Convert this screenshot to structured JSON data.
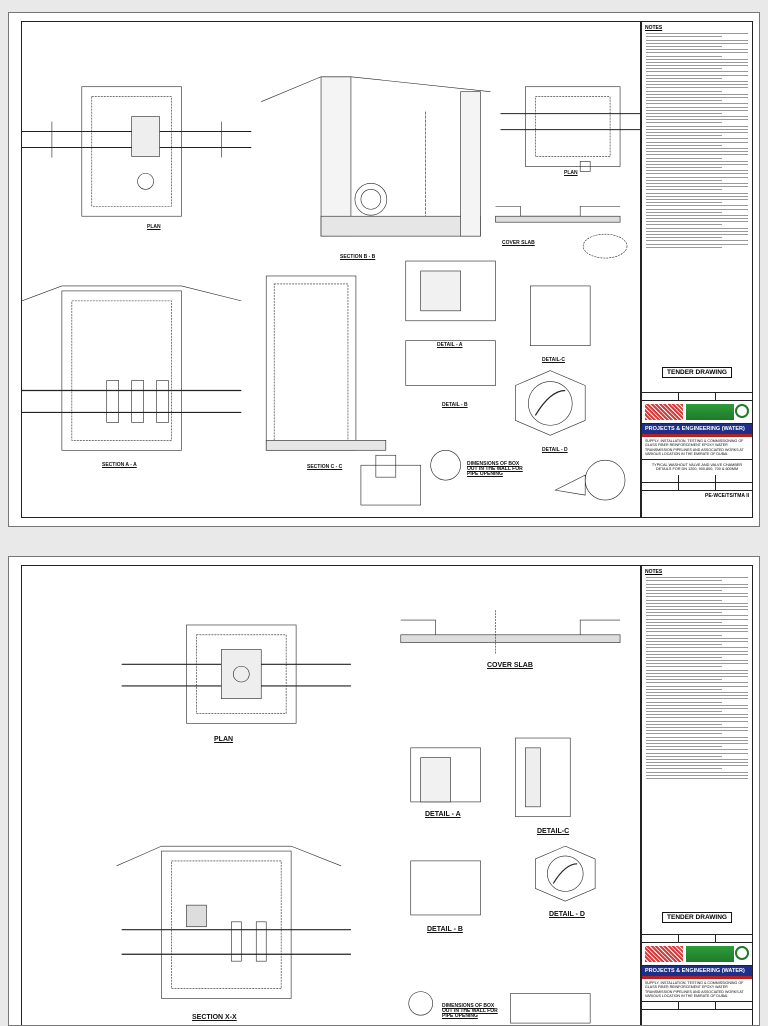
{
  "sheet1": {
    "views": {
      "plan": "PLAN",
      "section_b": "SECTION  B - B",
      "section_a": "SECTION  A - A",
      "section_c": "SECTION  C - C",
      "plan_right": "PLAN",
      "cover_slab": "COVER SLAB",
      "detail_a": "DETAIL - A",
      "detail_b": "DETAIL - B",
      "detail_c": "DETAIL-C",
      "detail_d": "DETAIL - D",
      "box_out": "DIMENSIONS OF BOX OUT IN THE WALL FOR PIPE OPENING"
    },
    "titleblock": {
      "notes_heading": "NOTES",
      "tender": "TENDER DRAWING",
      "pe": "PROJECTS & ENGINEERING (WATER)",
      "description": "SUPPLY, INSTALLATION, TESTING & COMMISSIONING OF GLASS FIBER REINFORCEMENT EPOXY WATER TRANSMISSION PIPELINES AND ASSOCIATED WORKS AT VARIOUS LOCATION IN THE EMIRATE OF DUBAI.",
      "typical": "TYPICAL WASHOUT VALVE AND VALVE CHAMBER DETAILS FOR DN 1200, 900,800, 700 & 600MM",
      "drawing_no": "PE-WCE/TS/TMA II"
    }
  },
  "sheet2": {
    "views": {
      "plan": "PLAN",
      "cover_slab": "COVER SLAB",
      "detail_a": "DETAIL - A",
      "detail_b": "DETAIL - B",
      "detail_c": "DETAIL-C",
      "detail_d": "DETAIL - D",
      "section_x": "SECTION X-X",
      "box_out": "DIMENSIONS OF BOX OUT IN THE WALL FOR PIPE OPENING"
    },
    "titleblock": {
      "notes_heading": "NOTES",
      "tender": "TENDER DRAWING",
      "pe": "PROJECTS & ENGINEERING (WATER)",
      "description": "SUPPLY, INSTALLATION, TESTING & COMMISSIONING OF GLASS FIBER REINFORCEMENT EPOXY WATER TRANSMISSION PIPELINES AND ASSOCIATED WORKS AT VARIOUS LOCATION IN THE EMIRATE OF DUBAI."
    }
  }
}
